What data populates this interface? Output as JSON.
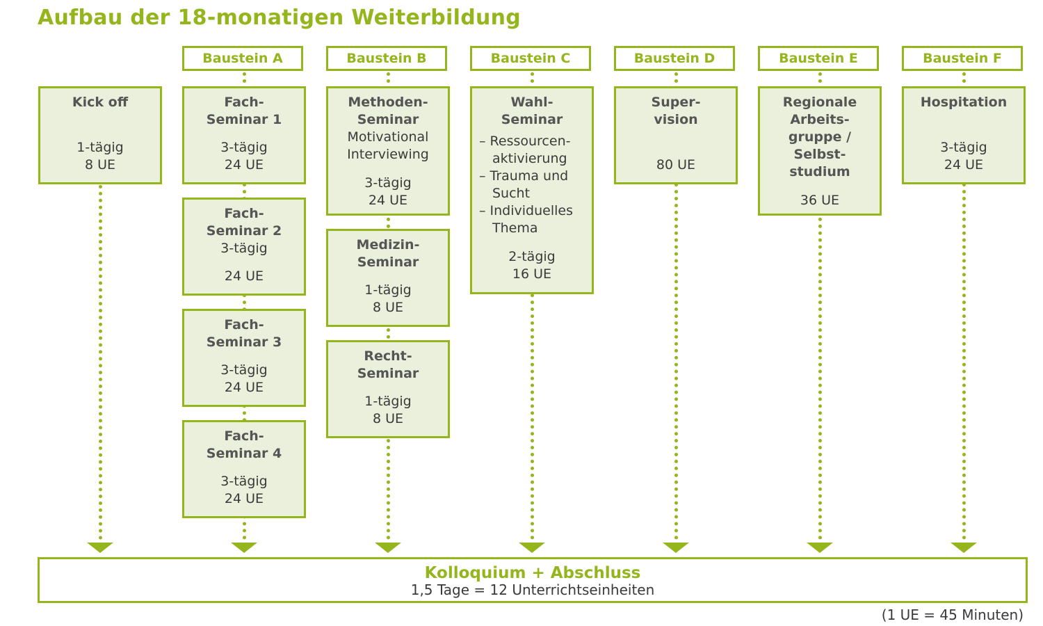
{
  "title": "Aufbau der 18-monatigen Weiterbildung",
  "headers": [
    "Baustein A",
    "Baustein B",
    "Baustein C",
    "Baustein D",
    "Baustein E",
    "Baustein F"
  ],
  "kickoff": {
    "name": "Kick off",
    "duration": "1-tägig",
    "units": "8 UE"
  },
  "a": [
    {
      "name1": "Fach-",
      "name2": "Seminar 1",
      "duration": "3-tägig",
      "units": "24 UE"
    },
    {
      "name1": "Fach-",
      "name2": "Seminar 2",
      "duration": "3-tägig",
      "units": "24 UE"
    },
    {
      "name1": "Fach-",
      "name2": "Seminar 3",
      "duration": "3-tägig",
      "units": "24 UE"
    },
    {
      "name1": "Fach-",
      "name2": "Seminar 4",
      "duration": "3-tägig",
      "units": "24 UE"
    }
  ],
  "b": [
    {
      "name1": "Methoden-",
      "name2": "Seminar",
      "sub1": "Motivational",
      "sub2": "Interviewing",
      "duration": "3-tägig",
      "units": "24 UE"
    },
    {
      "name1": "Medizin-",
      "name2": "Seminar",
      "duration": "1-tägig",
      "units": "8 UE"
    },
    {
      "name1": "Recht-",
      "name2": "Seminar",
      "duration": "1-tägig",
      "units": "8 UE"
    }
  ],
  "c": {
    "name1": "Wahl-",
    "name2": "Seminar",
    "items": [
      "– Ressourcen-aktivierung",
      "– Trauma und Sucht",
      "– Individuelles Thema"
    ],
    "duration": "2-tägig",
    "units": "16 UE"
  },
  "d": {
    "name1": "Super-",
    "name2": "vision",
    "units": "80 UE"
  },
  "e": {
    "lines": [
      "Regionale",
      "Arbeits-",
      "gruppe /",
      "Selbst-",
      "studium"
    ],
    "units": "36 UE"
  },
  "f": {
    "name": "Hospitation",
    "duration": "3-tägig",
    "units": "24 UE"
  },
  "final": {
    "title": "Kolloquium + Abschluss",
    "sub": "1,5 Tage = 12 Unterrichtseinheiten"
  },
  "footnote": "(1 UE = 45 Minuten)"
}
